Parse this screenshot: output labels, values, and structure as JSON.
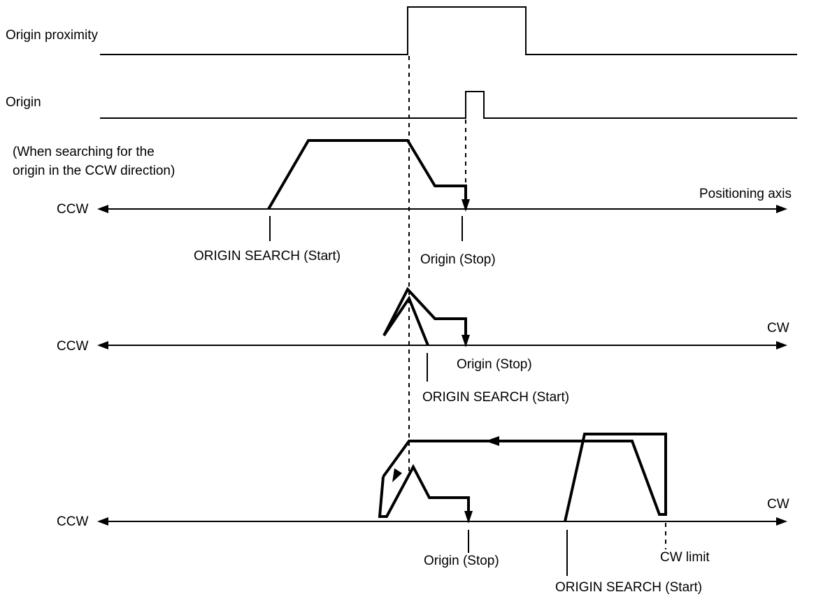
{
  "signals": {
    "origin_proximity": "Origin proximity",
    "origin": "Origin"
  },
  "case1": {
    "note_line1": "(When searching for the",
    "note_line2": "origin in the CCW direction)",
    "axis_left": "CCW",
    "axis_right": "Positioning axis",
    "start": "ORIGIN SEARCH (Start)",
    "stop": "Origin (Stop)"
  },
  "case2": {
    "axis_left": "CCW",
    "axis_right": "CW",
    "stop": "Origin (Stop)",
    "start": "ORIGIN SEARCH (Start)"
  },
  "case3": {
    "axis_left": "CCW",
    "axis_right": "CW",
    "stop": "Origin (Stop)",
    "limit": "CW limit",
    "start": "ORIGIN SEARCH (Start)"
  }
}
